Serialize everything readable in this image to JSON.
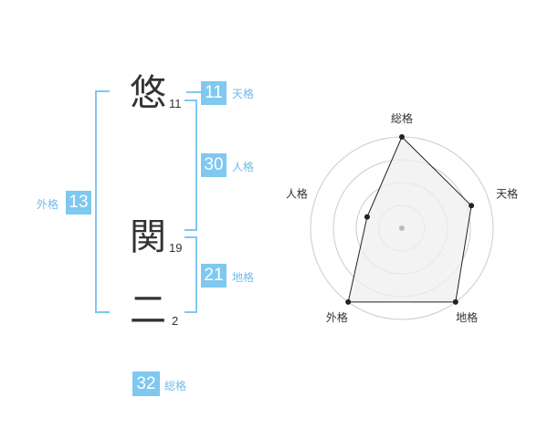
{
  "name": {
    "chars": [
      {
        "char": "悠",
        "strokes": "11"
      },
      {
        "char": "関",
        "strokes": "19"
      },
      {
        "char": "二",
        "strokes": "2"
      }
    ]
  },
  "kakusu": {
    "tenkaku": {
      "value": "11",
      "label": "天格"
    },
    "jinkaku": {
      "value": "30",
      "label": "人格"
    },
    "chikaku": {
      "value": "21",
      "label": "地格"
    },
    "gaikaku": {
      "value": "13",
      "label": "外格"
    },
    "soukaku": {
      "value": "32",
      "label": "総格"
    }
  },
  "radar": {
    "axes": [
      "総格",
      "天格",
      "地格",
      "外格",
      "人格"
    ],
    "values": [
      1.0,
      0.8,
      1.0,
      1.0,
      0.4
    ],
    "max": 1.0,
    "colors": {
      "fill": "#efefef",
      "line": "#222222",
      "grid": "#cccccc",
      "center": "#bbbbbb"
    }
  }
}
